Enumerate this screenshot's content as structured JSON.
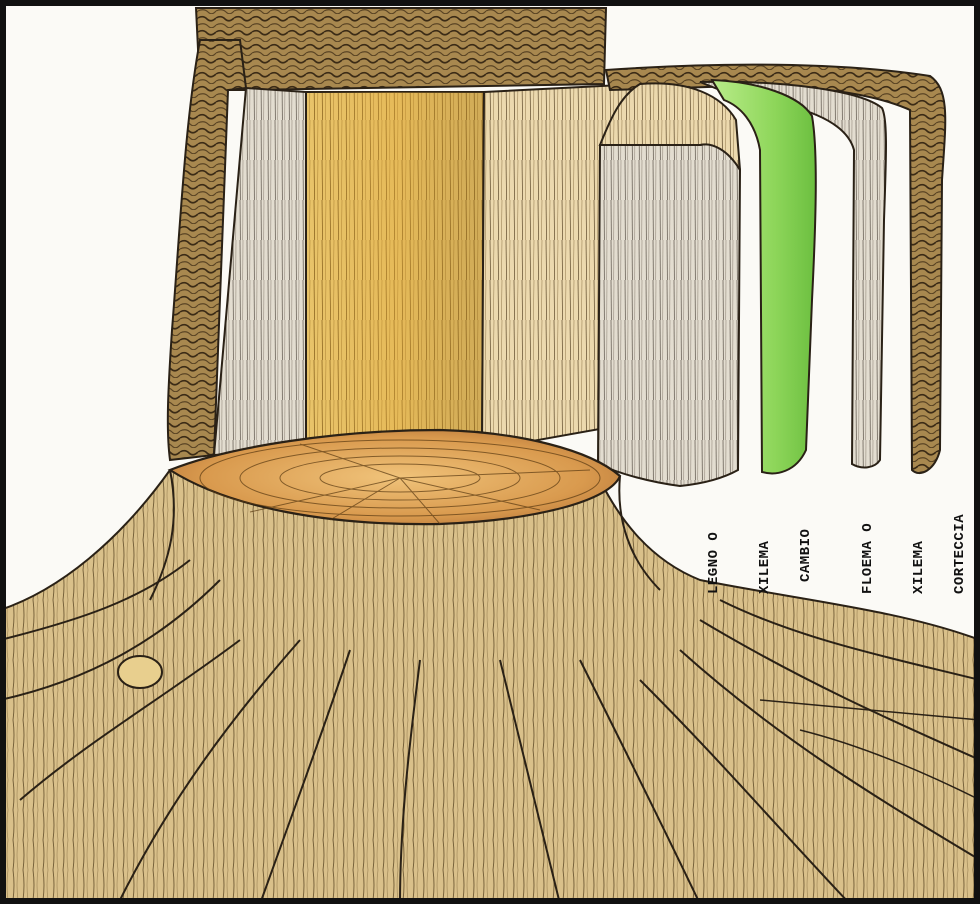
{
  "labels": {
    "legno": [
      "LEGNO O",
      "XILEMA"
    ],
    "cambio": [
      "CAMBIO"
    ],
    "floema": [
      "FLOEMA O",
      "XILEMA"
    ],
    "corteccia": [
      "CORTECCIA"
    ]
  },
  "colors": {
    "border": "#111111",
    "bark": "#8a6a3a",
    "wood": "#e8c77a",
    "heartwood": "#d9a441",
    "cambium": "#8ed65a",
    "roots": "#d8bd7e",
    "ink": "#2a2116"
  }
}
